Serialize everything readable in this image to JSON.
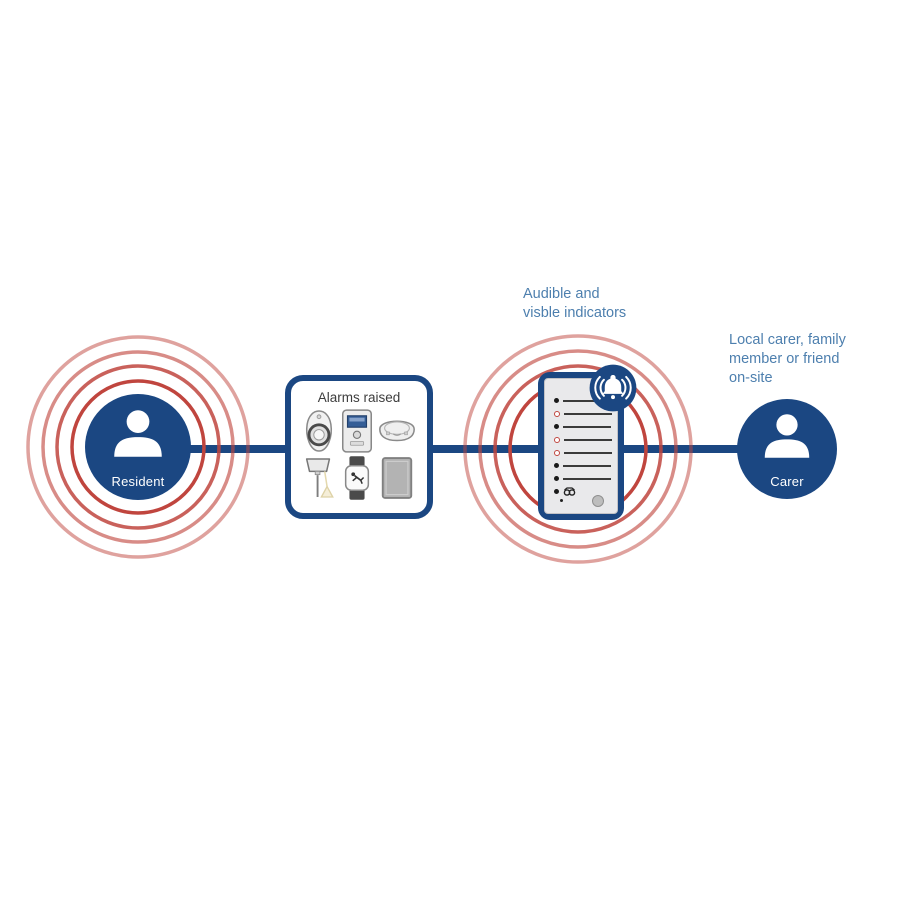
{
  "colors": {
    "navy": "#1b4782",
    "ring_red": "#c0453e",
    "caption_blue": "#4d7fae",
    "title_gray": "#3d3d3d"
  },
  "resident": {
    "label": "Resident",
    "icon": "person-icon"
  },
  "alarms_box": {
    "title": "Alarms raised",
    "device_icons": [
      "pendant-alarm-icon",
      "wall-alarm-unit-icon",
      "smoke-detector-icon",
      "pull-cord-icon",
      "fall-detector-watch-icon",
      "sensor-mat-icon"
    ]
  },
  "indicator_panel": {
    "caption": {
      "line1": "Audible and",
      "line2": "visble indicators"
    },
    "badge_icon": "alarm-bell-icon",
    "rows": [
      {
        "bullet": "black"
      },
      {
        "bullet": "red"
      },
      {
        "bullet": "black"
      },
      {
        "bullet": "red"
      },
      {
        "bullet": "red"
      },
      {
        "bullet": "black"
      },
      {
        "bullet": "black"
      },
      {
        "bullet": "black",
        "icon": "phone-icon"
      }
    ]
  },
  "carer": {
    "label": "Carer",
    "icon": "person-icon",
    "caption": {
      "line1": "Local carer, family",
      "line2": "member or friend",
      "line3": "on-site"
    }
  }
}
